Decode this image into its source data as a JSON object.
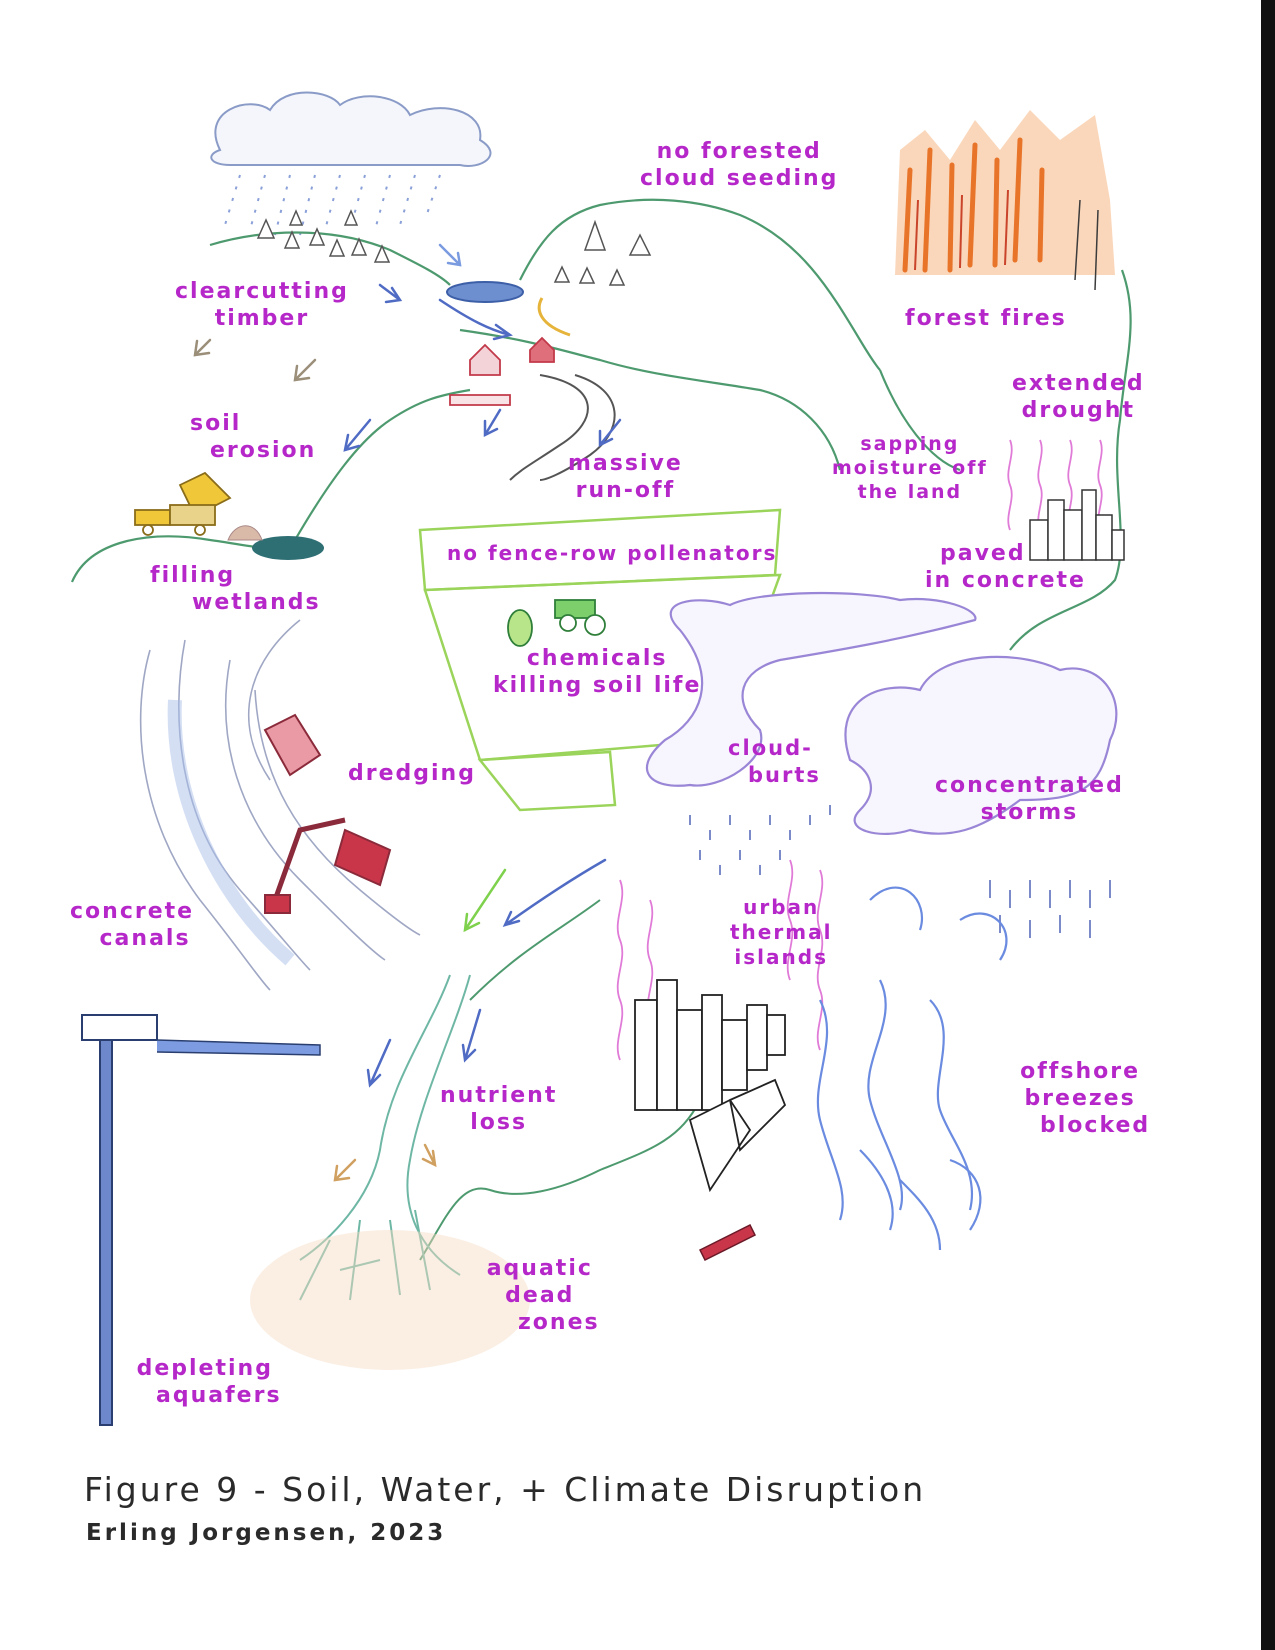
{
  "labels": {
    "clearcutting": [
      "clearcutting",
      "timber"
    ],
    "cloud_seeding": [
      "no forested",
      "cloud seeding"
    ],
    "forest_fires": [
      "forest fires"
    ],
    "soil_erosion": [
      "soil",
      "erosion"
    ],
    "massive_runoff": [
      "massive",
      "run-off"
    ],
    "sapping_moisture": [
      "sapping",
      "moisture off",
      "the land"
    ],
    "extended_drought": [
      "extended",
      "drought"
    ],
    "filling_wetlands": [
      "filling",
      "wetlands"
    ],
    "pollinators": [
      "no fence-row pollenators"
    ],
    "chemicals": [
      "chemicals",
      "killing soil life"
    ],
    "paved_concrete": [
      "paved",
      "in concrete"
    ],
    "dredging": [
      "dredging"
    ],
    "cloudbursts": [
      "cloud-",
      "burts"
    ],
    "concentrated_storms": [
      "concentrated",
      "storms"
    ],
    "concrete_canals": [
      "concrete",
      "canals"
    ],
    "urban_thermal": [
      "urban",
      "thermal",
      "islands"
    ],
    "nutrient_loss": [
      "nutrient",
      "loss"
    ],
    "offshore_breezes": [
      "offshore",
      "breezes",
      "blocked"
    ],
    "aquatic_dead_zones": [
      "aquatic",
      "dead",
      "zones"
    ],
    "depleting_aquifers": [
      "depleting",
      "aquafers"
    ]
  },
  "caption": {
    "title": "Figure 9  -  Soil, Water, + Climate Disruption",
    "author": "Erling Jorgensen, 2023"
  },
  "colors": {
    "label": "#b627c9",
    "river": "#5b7fc4",
    "land": "#4e9a6f",
    "fire": "#e8742a",
    "field": "#9bd45a",
    "heat": "#e07bd8",
    "storm": "#9a86d6"
  }
}
